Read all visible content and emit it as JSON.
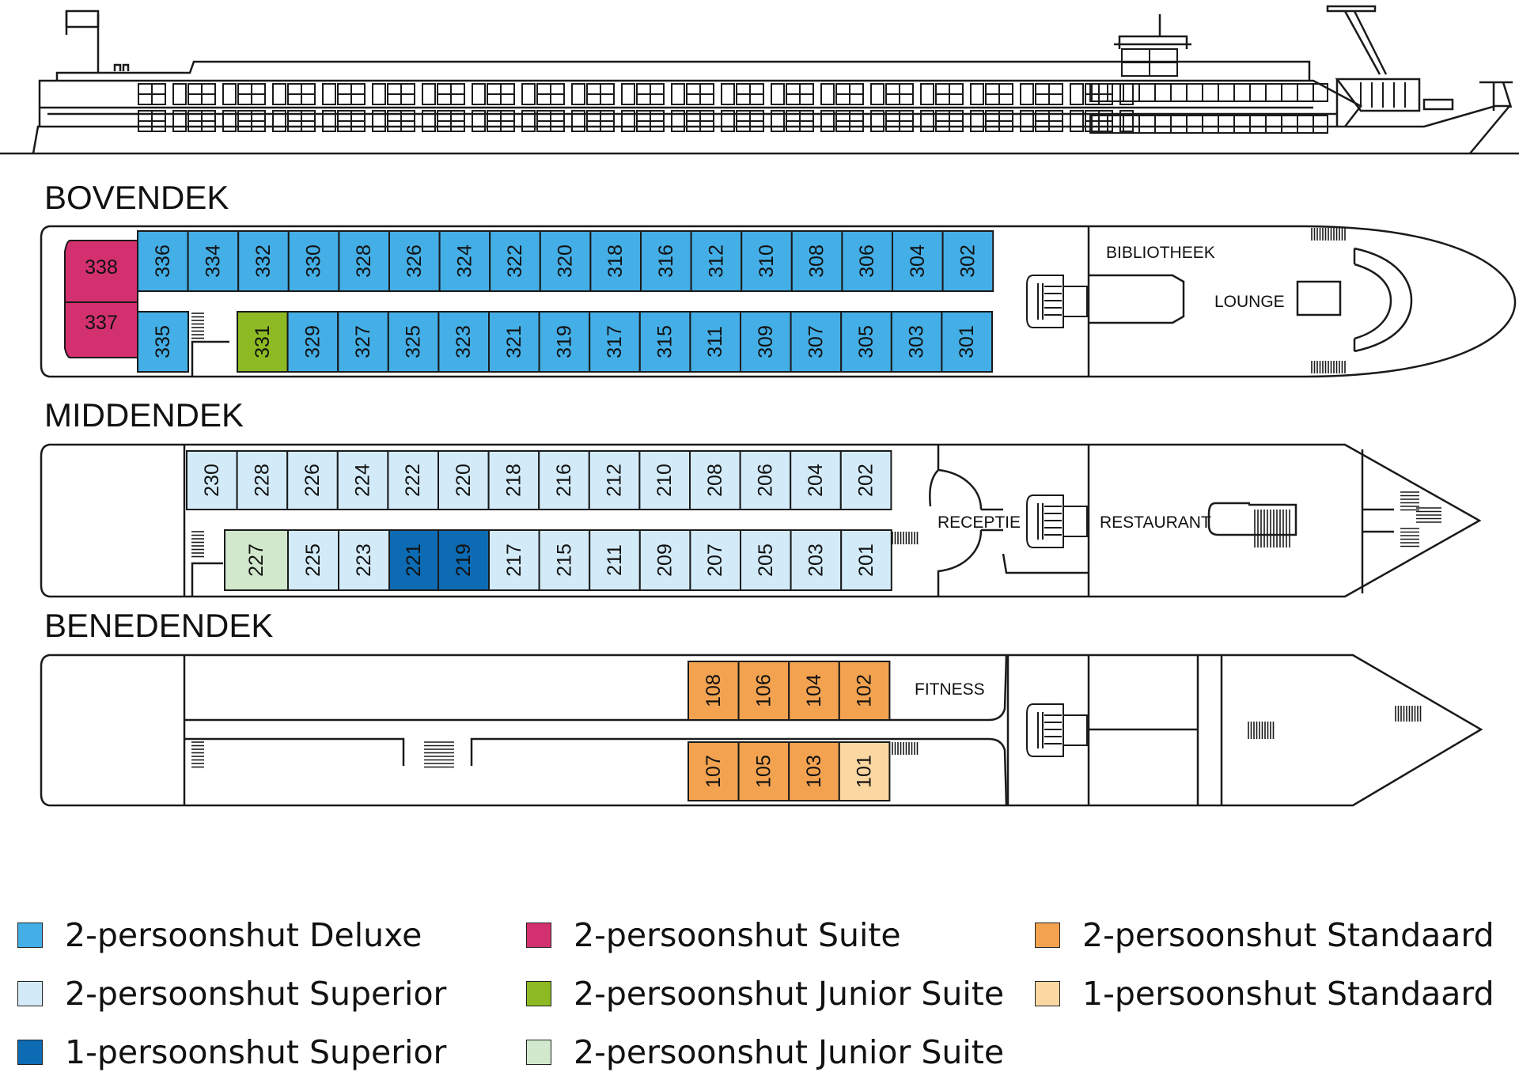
{
  "colors": {
    "deluxe": "#44aee6",
    "superior": "#d3ebf9",
    "superior_single": "#0d6bb4",
    "suite": "#d3306f",
    "junior_suite": "#8dba22",
    "junior_suite_light": "#d2e8cc",
    "standard": "#f3a350",
    "standard_single": "#fbd8a2",
    "line": "#1a1a1a"
  },
  "decks": {
    "top": {
      "name": "BOVENDEK",
      "row_upper": [
        "336",
        "334",
        "332",
        "330",
        "328",
        "326",
        "324",
        "322",
        "320",
        "318",
        "316",
        "312",
        "310",
        "308",
        "306",
        "304",
        "302"
      ],
      "row_lower": [
        "335",
        "331",
        "329",
        "327",
        "325",
        "323",
        "321",
        "319",
        "317",
        "315",
        "311",
        "309",
        "307",
        "305",
        "303",
        "301"
      ],
      "suite_upper": "338",
      "suite_lower": "337",
      "rooms": {
        "library": "BIBLIOTHEEK",
        "lounge": "LOUNGE"
      }
    },
    "middle": {
      "name": "MIDDENDEK",
      "row_upper": [
        "230",
        "228",
        "226",
        "224",
        "222",
        "220",
        "218",
        "216",
        "212",
        "210",
        "208",
        "206",
        "204",
        "202"
      ],
      "row_lower": [
        "227",
        "225",
        "223",
        "221",
        "219",
        "217",
        "215",
        "211",
        "209",
        "207",
        "205",
        "203",
        "201"
      ],
      "rooms": {
        "reception": "RECEPTIE",
        "restaurant": "RESTAURANT"
      }
    },
    "lower": {
      "name": "BENEDENDEK",
      "row_upper": [
        "108",
        "106",
        "104",
        "102"
      ],
      "row_lower": [
        "107",
        "105",
        "103",
        "101"
      ],
      "rooms": {
        "fitness": "FITNESS"
      }
    }
  },
  "legend": [
    {
      "key": "deluxe",
      "label": "2-persoonshut Deluxe"
    },
    {
      "key": "superior",
      "label": "2-persoonshut Superior"
    },
    {
      "key": "superior_single",
      "label": "1-persoonshut Superior"
    },
    {
      "key": "suite",
      "label": "2-persoonshut Suite"
    },
    {
      "key": "junior_suite",
      "label": "2-persoonshut Junior Suite"
    },
    {
      "key": "junior_suite_light",
      "label": "2-persoonshut Junior Suite"
    },
    {
      "key": "standard",
      "label": "2-persoonshut Standaard"
    },
    {
      "key": "standard_single",
      "label": "1-persoonshut Standaard"
    }
  ]
}
